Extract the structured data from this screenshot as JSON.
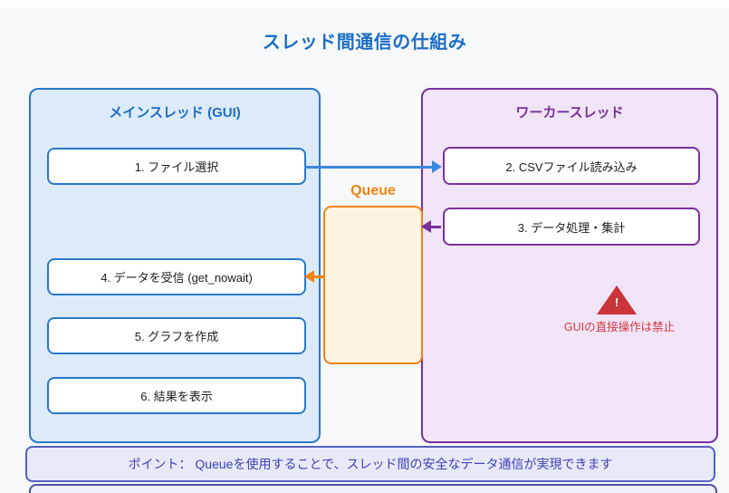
{
  "title": "スレッド間通信の仕組み",
  "main_thread": {
    "title": "メインスレッド (GUI)",
    "steps": [
      {
        "label": "1. ファイル選択"
      },
      {
        "label": "4. データを受信 (get_nowait)"
      },
      {
        "label": "5. グラフを作成"
      },
      {
        "label": "6. 結果を表示"
      }
    ]
  },
  "worker_thread": {
    "title": "ワーカースレッド",
    "steps": [
      {
        "label": "2. CSVファイル読み込み"
      },
      {
        "label": "3. データ処理・集計"
      }
    ],
    "warning": {
      "icon": "warning-triangle-icon",
      "bang": "!",
      "text": "GUIの直接操作は禁止"
    }
  },
  "queue": {
    "label": "Queue"
  },
  "arrows": [
    {
      "name": "file-select-to-csv-read",
      "color": "#3a87dd",
      "direction": "right"
    },
    {
      "name": "process-to-queue",
      "color": "#7b2f9b",
      "direction": "left"
    },
    {
      "name": "queue-to-receive",
      "color": "#ee8412",
      "direction": "left"
    }
  ],
  "footer": {
    "text": "ポイント： Queueを使用することで、スレッド間の安全なデータ通信が実現できます"
  },
  "colors": {
    "title_blue": "#1b6ec5",
    "main_border_blue": "#2979c8",
    "main_fill_blue": "#dceafa",
    "worker_border_purple": "#7b2f9b",
    "worker_fill_purple": "#f1e4f7",
    "queue_orange": "#ee8412",
    "queue_fill": "#fdf3e1",
    "warning_red": "#cb3438",
    "footer_fill": "#e7e9f7",
    "footer_text": "#3c43b5",
    "page_background": "#f7f8fa"
  }
}
